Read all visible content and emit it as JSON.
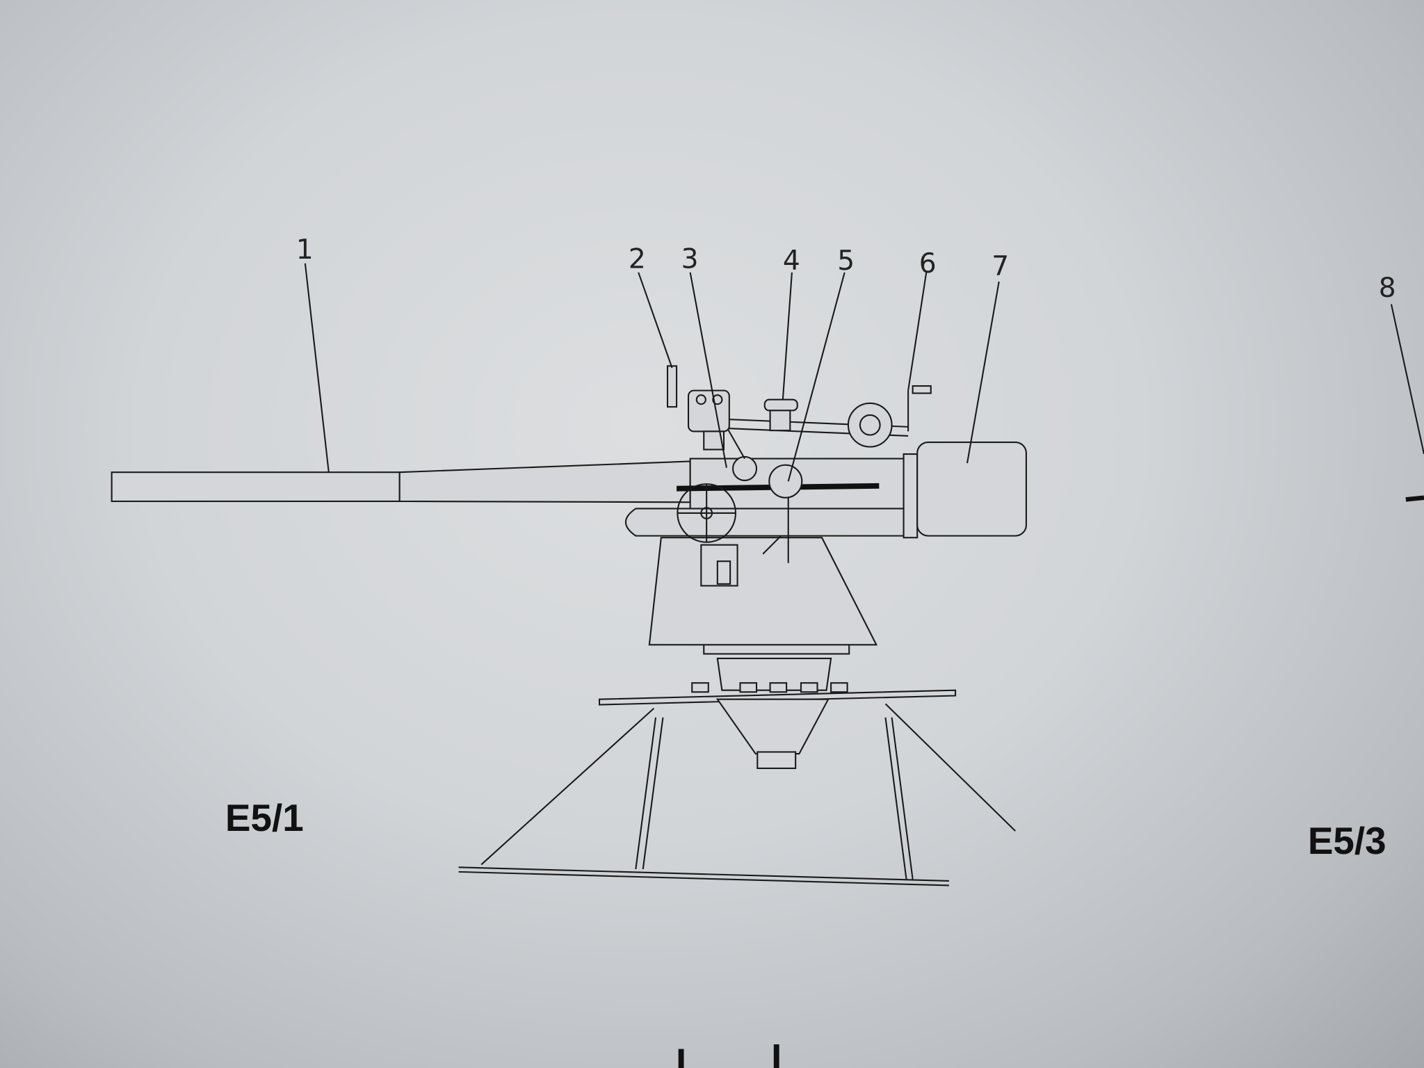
{
  "callouts": [
    "1",
    "2",
    "3",
    "4",
    "5",
    "6",
    "7",
    "8"
  ],
  "figure_labels": {
    "left": "E5/1",
    "right": "E5/3"
  },
  "colors": {
    "paper": "#d4d6d9",
    "ink": "#1a1a1a"
  }
}
